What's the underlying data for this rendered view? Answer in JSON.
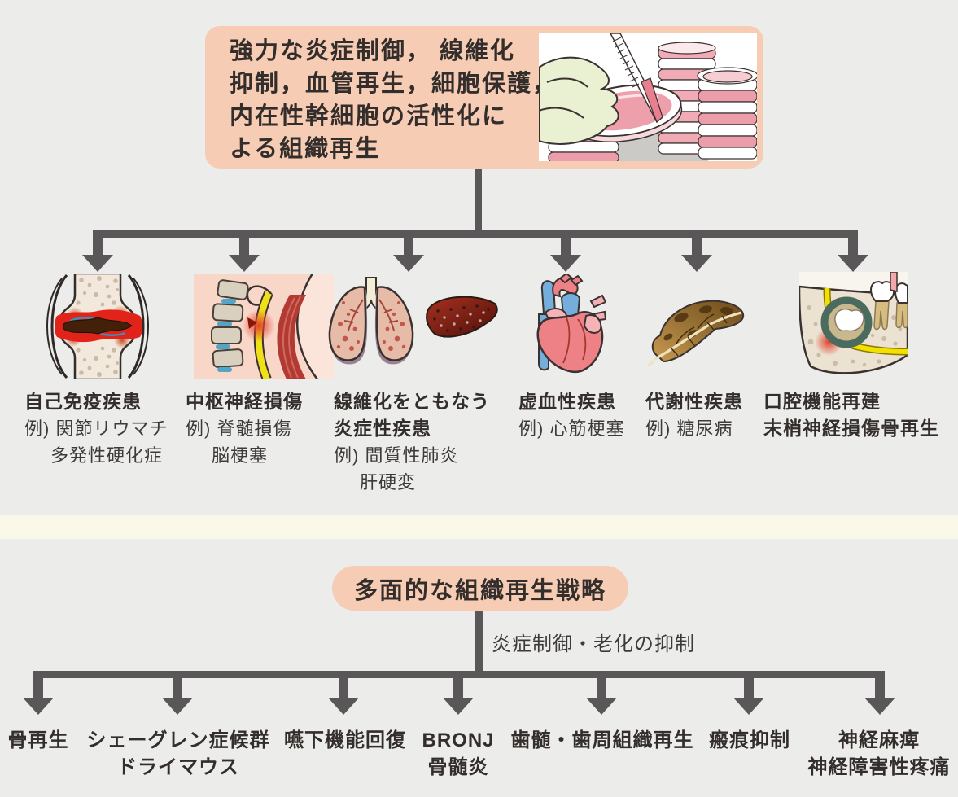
{
  "colors": {
    "background": "#ECEDEB",
    "divider_band": "#FAF8E9",
    "highlight_box": "#F6CDB4",
    "connector_line": "#595757",
    "text": "#3E3A39"
  },
  "top_box": {
    "lines": [
      "強力な炎症制御， 線維化",
      "抑制，血管再生，細胞保護，",
      "内在性幹細胞の活性化に",
      "よる組織再生"
    ],
    "illustration": "cell-culture-petri-dishes"
  },
  "top_branches": [
    {
      "illustration": "inflamed-joint",
      "title_lines": [
        "自己免疫疾患"
      ],
      "example_lines": [
        "例) 関節リウマチ",
        "多発性硬化症"
      ]
    },
    {
      "illustration": "cervical-spine-injury",
      "title_lines": [
        "中枢神経損傷"
      ],
      "example_lines": [
        "例) 脊髄損傷",
        "脳梗塞"
      ]
    },
    {
      "illustration": "fibrotic-lungs-and-liver",
      "title_lines": [
        "線維化をともなう",
        "炎症性疾患"
      ],
      "example_lines": [
        "例) 間質性肺炎",
        "肝硬変"
      ]
    },
    {
      "illustration": "heart",
      "title_lines": [
        "虚血性疾患"
      ],
      "example_lines": [
        "例) 心筋梗塞"
      ]
    },
    {
      "illustration": "pancreas",
      "title_lines": [
        "代謝性疾患"
      ],
      "example_lines": [
        "例) 糖尿病"
      ]
    },
    {
      "illustration": "jaw-and-teeth",
      "title_lines": [
        "口腔機能再建",
        "末梢神経損傷骨再生"
      ],
      "example_lines": []
    }
  ],
  "bottom_section": {
    "title": "多面的な組織再生戦略",
    "annotation": "炎症制御・老化の抑制",
    "items": [
      {
        "lines": [
          "骨再生"
        ]
      },
      {
        "lines": [
          "シェーグレン症候群",
          "ドライマウス"
        ]
      },
      {
        "lines": [
          "嚥下機能回復"
        ]
      },
      {
        "lines": [
          "BRONJ",
          "骨髄炎"
        ]
      },
      {
        "lines": [
          "歯髄・歯周組織再生"
        ]
      },
      {
        "lines": [
          "瘢痕抑制"
        ]
      },
      {
        "lines": [
          "神経麻痺",
          "神経障害性疼痛"
        ]
      }
    ]
  }
}
